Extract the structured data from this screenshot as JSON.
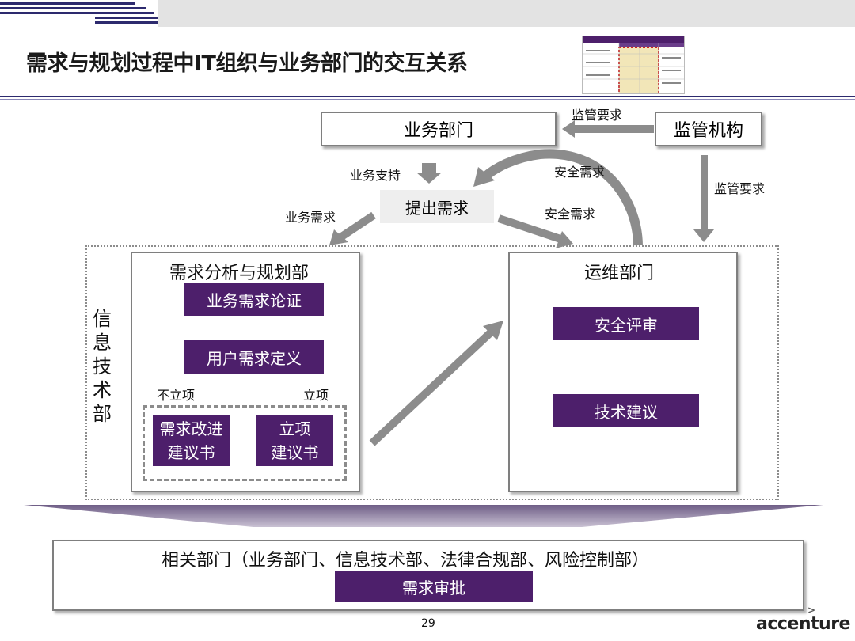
{
  "slide": {
    "title": "需求与规划过程中IT组织与业务部门的交互关系",
    "page_number": "29",
    "brand": "accenture",
    "brand_mark": ">"
  },
  "top": {
    "business_dept": "业务部门",
    "regulator": "监管机构",
    "reg_req_top": "监管要求",
    "reg_req_right": "监管要求",
    "biz_support": "业务支持",
    "propose_req": "提出需求",
    "security_req_1": "安全需求",
    "security_req_2": "安全需求",
    "biz_req": "业务需求"
  },
  "it_dept": {
    "label": "信息技术部",
    "chars": [
      "信",
      "息",
      "技",
      "术",
      "部"
    ]
  },
  "analysis": {
    "title": "需求分析与规划部",
    "step1": "业务需求论证",
    "step2": "用户需求定义",
    "not_approved": "不立项",
    "approved": "立项",
    "doc_improve_line1": "需求改进",
    "doc_improve_line2": "建议书",
    "doc_project_line1": "立项",
    "doc_project_line2": "建议书"
  },
  "ops": {
    "title": "运维部门",
    "step1": "安全评审",
    "step2": "技术建议"
  },
  "bottom": {
    "related": "相关部门（业务部门、信息技术部、法律合规部、风险控制部）",
    "approval": "需求审批"
  },
  "colors": {
    "purple": "#4d1f6b",
    "arrow_gray": "#8c8c8c",
    "border_gray": "#7f7f7f",
    "header_rule": "#2d2a6e"
  }
}
